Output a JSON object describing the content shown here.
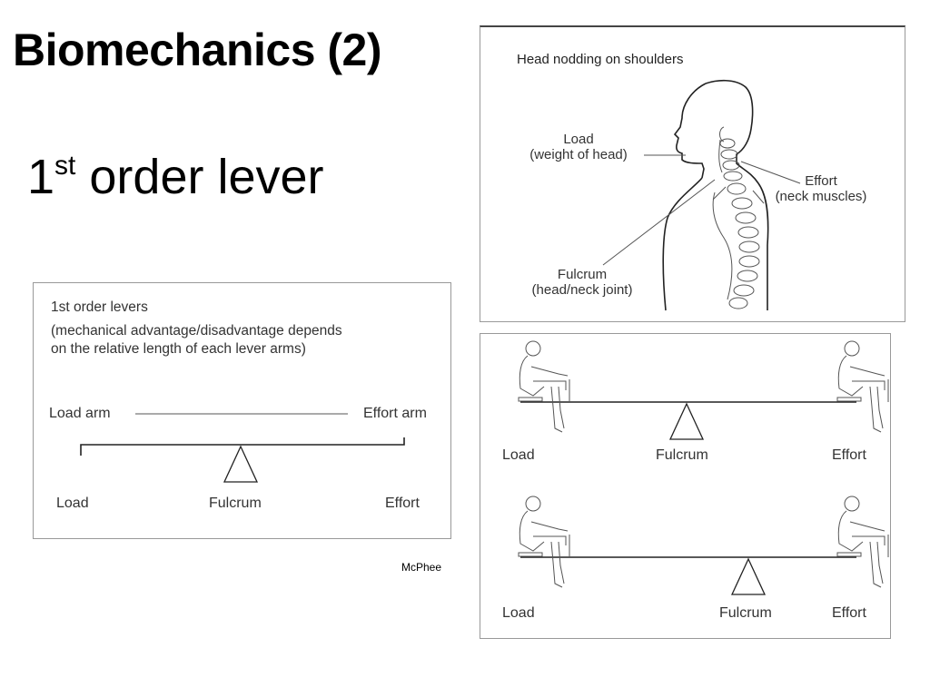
{
  "slide": {
    "title": "Biomechanics (2)",
    "subtitle_num": "1",
    "subtitle_sup": "st",
    "subtitle_rest": " order lever"
  },
  "head_panel": {
    "title": "Head nodding on shoulders",
    "load_line1": "Load",
    "load_line2": "(weight of head)",
    "effort_line1": "Effort",
    "effort_line2": "(neck muscles)",
    "fulcrum_line1": "Fulcrum",
    "fulcrum_line2": "(head/neck joint)"
  },
  "lever_panel": {
    "title": "1st order levers",
    "desc_line1": "(mechanical advantage/disadvantage depends",
    "desc_line2": "on the relative length of each lever arms)",
    "load_arm": "Load arm",
    "effort_arm": "Effort arm",
    "load": "Load",
    "fulcrum": "Fulcrum",
    "effort": "Effort"
  },
  "seesaw_panel": {
    "top": {
      "load": "Load",
      "fulcrum": "Fulcrum",
      "effort": "Effort"
    },
    "bottom": {
      "load": "Load",
      "fulcrum": "Fulcrum",
      "effort": "Effort"
    }
  },
  "credit": "McPhee"
}
